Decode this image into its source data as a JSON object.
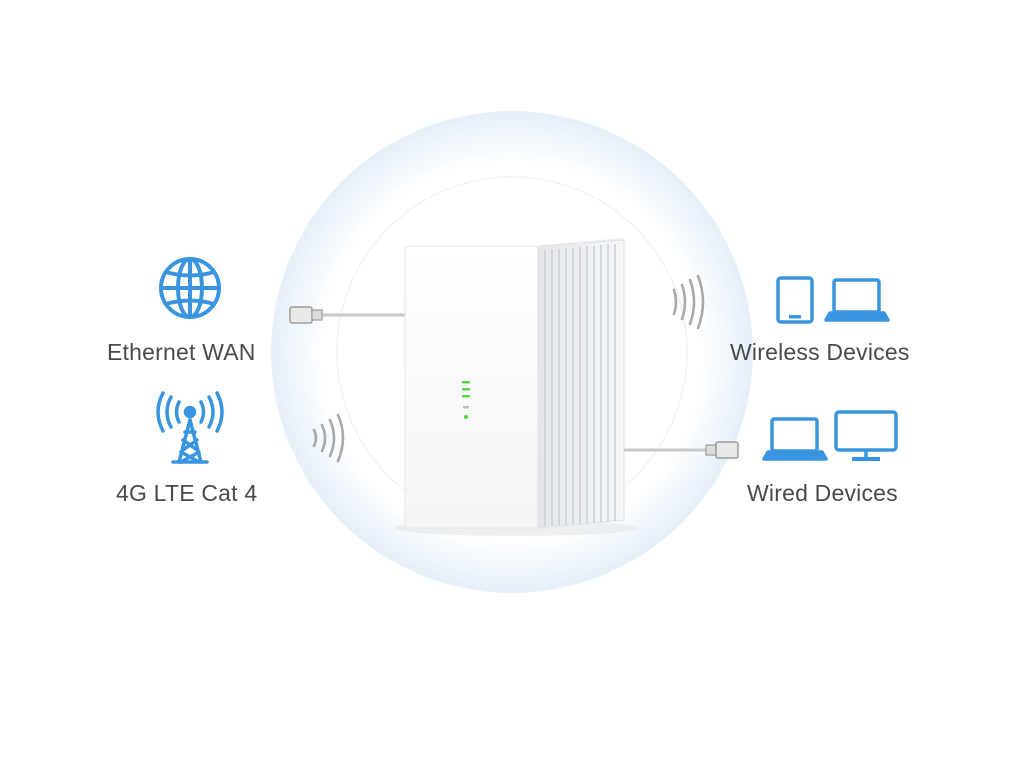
{
  "inputs": {
    "ethernet_label": "Ethernet WAN",
    "lte_label": "4G LTE Cat 4"
  },
  "outputs": {
    "wireless_label": "Wireless Devices",
    "wired_label": "Wired Devices"
  },
  "icons": {
    "ethernet": "globe-icon",
    "lte": "cell-tower-icon",
    "wireless": [
      "tablet-icon",
      "laptop-icon"
    ],
    "wired": [
      "laptop-icon",
      "monitor-icon"
    ]
  },
  "colors": {
    "icon_blue": "#3a95e0",
    "label_gray": "#4a4a4a",
    "cable_gray": "#c4c4c4",
    "led_green": "#5ad14a",
    "halo": "#eef5fb"
  }
}
